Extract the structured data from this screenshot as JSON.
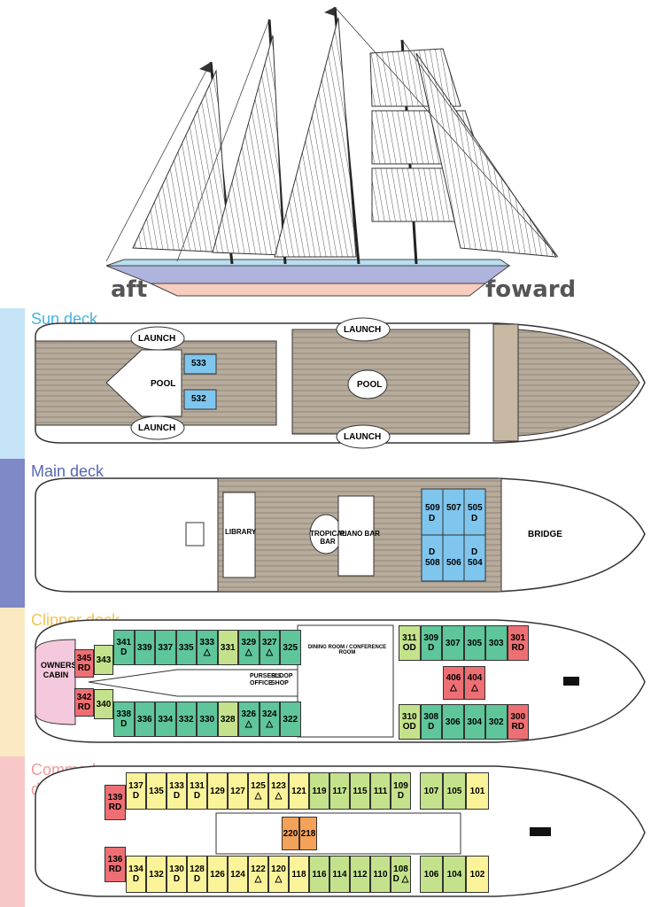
{
  "colors": {
    "sun": "#c5e3f6",
    "main": "#7f89c8",
    "clipper": "#fbe9c3",
    "commodore": "#f8c8c8",
    "deckWood": "#b7ab9c",
    "cabinGreen": "#5ec69a",
    "cabinLight": "#c4e28c",
    "cabinYellow": "#fbf39a",
    "cabinRed": "#ee6f73",
    "cabinPink": "#f5c9dd",
    "cabinBlue": "#7fc6ee",
    "cabinOrange": "#f4a259"
  },
  "ship": {
    "aft": "aft",
    "forward": "foward"
  },
  "decks": {
    "sun": {
      "name": "Sun deck",
      "launch": "LAUNCH",
      "pool": "POOL",
      "cabins": [
        {
          "num": "533",
          "code": "",
          "type": "blue"
        },
        {
          "num": "532",
          "code": "",
          "type": "blue"
        }
      ]
    },
    "main": {
      "name": "Main deck",
      "tropical_bar": "TROPICAL BAR",
      "piano_bar": "PIANO BAR",
      "library": "LIBRARY",
      "bridge": "BRIDGE",
      "cabins_top": [
        {
          "num": "509",
          "code": "D"
        },
        {
          "num": "507",
          "code": ""
        },
        {
          "num": "505",
          "code": "D"
        }
      ],
      "cabins_bottom": [
        {
          "num": "508",
          "code": "D"
        },
        {
          "num": "506",
          "code": ""
        },
        {
          "num": "504",
          "code": "D"
        }
      ]
    },
    "clipper": {
      "name": "Clipper deck",
      "owners_cabin": "OWNERS CABIN",
      "dining_room": "DINING ROOM / CONFERENCE ROOM",
      "pursers_office": "PURSER'S OFFICE",
      "sloop_shop": "SLOOP SHOP",
      "aft_cabins": [
        {
          "num": "345",
          "code": "RD",
          "type": "red"
        },
        {
          "num": "343",
          "code": "",
          "type": "light"
        },
        {
          "num": "342",
          "code": "RD",
          "type": "red"
        },
        {
          "num": "340",
          "code": "",
          "type": "light"
        }
      ],
      "cabins_top": [
        {
          "num": "341",
          "code": "D",
          "type": "green"
        },
        {
          "num": "339",
          "code": "",
          "type": "green"
        },
        {
          "num": "337",
          "code": "",
          "type": "green"
        },
        {
          "num": "335",
          "code": "",
          "type": "green"
        },
        {
          "num": "333",
          "code": "△",
          "type": "green"
        },
        {
          "num": "331",
          "code": "",
          "type": "light"
        },
        {
          "num": "329",
          "code": "△",
          "type": "green"
        },
        {
          "num": "327",
          "code": "△",
          "type": "green"
        },
        {
          "num": "325",
          "code": "",
          "type": "green"
        }
      ],
      "cabins_bottom": [
        {
          "num": "338",
          "code": "D",
          "type": "green"
        },
        {
          "num": "336",
          "code": "",
          "type": "green"
        },
        {
          "num": "334",
          "code": "",
          "type": "green"
        },
        {
          "num": "332",
          "code": "",
          "type": "green"
        },
        {
          "num": "330",
          "code": "",
          "type": "green"
        },
        {
          "num": "328",
          "code": "",
          "type": "light"
        },
        {
          "num": "326",
          "code": "△",
          "type": "green"
        },
        {
          "num": "324",
          "code": "△",
          "type": "green"
        },
        {
          "num": "322",
          "code": "",
          "type": "green"
        }
      ],
      "fwd_top": [
        {
          "num": "311",
          "code": "OD",
          "type": "light"
        },
        {
          "num": "309",
          "code": "D",
          "type": "green"
        },
        {
          "num": "307",
          "code": "",
          "type": "green"
        },
        {
          "num": "305",
          "code": "",
          "type": "green"
        },
        {
          "num": "303",
          "code": "",
          "type": "green"
        },
        {
          "num": "301",
          "code": "RD",
          "type": "red"
        }
      ],
      "fwd_bottom": [
        {
          "num": "310",
          "code": "OD",
          "type": "light"
        },
        {
          "num": "308",
          "code": "D",
          "type": "green"
        },
        {
          "num": "306",
          "code": "",
          "type": "green"
        },
        {
          "num": "304",
          "code": "",
          "type": "green"
        },
        {
          "num": "302",
          "code": "",
          "type": "green"
        },
        {
          "num": "300",
          "code": "RD",
          "type": "red"
        }
      ],
      "red_mid": [
        {
          "num": "406",
          "code": "△"
        },
        {
          "num": "404",
          "code": "△"
        }
      ]
    },
    "commodore": {
      "name": "Commodore deck",
      "aft_cabins": [
        {
          "num": "139",
          "code": "RD"
        },
        {
          "num": "136",
          "code": "RD"
        }
      ],
      "cabins_top": [
        {
          "num": "137",
          "code": "D",
          "type": "yellow"
        },
        {
          "num": "135",
          "code": "",
          "type": "yellow"
        },
        {
          "num": "133",
          "code": "D",
          "type": "yellow"
        },
        {
          "num": "131",
          "code": "D",
          "type": "yellow"
        },
        {
          "num": "129",
          "code": "",
          "type": "yellow"
        },
        {
          "num": "127",
          "code": "",
          "type": "yellow"
        },
        {
          "num": "125",
          "code": "△",
          "type": "yellow"
        },
        {
          "num": "123",
          "code": "△",
          "type": "yellow"
        },
        {
          "num": "121",
          "code": "",
          "type": "yellow"
        },
        {
          "num": "119",
          "code": "",
          "type": "light"
        },
        {
          "num": "117",
          "code": "",
          "type": "light"
        },
        {
          "num": "115",
          "code": "",
          "type": "light"
        },
        {
          "num": "111",
          "code": "",
          "type": "light"
        },
        {
          "num": "109",
          "code": "D",
          "type": "light"
        }
      ],
      "cabins_bottom": [
        {
          "num": "134",
          "code": "D",
          "type": "yellow"
        },
        {
          "num": "132",
          "code": "",
          "type": "yellow"
        },
        {
          "num": "130",
          "code": "D",
          "type": "yellow"
        },
        {
          "num": "128",
          "code": "D",
          "type": "yellow"
        },
        {
          "num": "126",
          "code": "",
          "type": "yellow"
        },
        {
          "num": "124",
          "code": "",
          "type": "yellow"
        },
        {
          "num": "122",
          "code": "△",
          "type": "yellow"
        },
        {
          "num": "120",
          "code": "△",
          "type": "yellow"
        },
        {
          "num": "118",
          "code": "",
          "type": "yellow"
        },
        {
          "num": "116",
          "code": "",
          "type": "light"
        },
        {
          "num": "114",
          "code": "",
          "type": "light"
        },
        {
          "num": "112",
          "code": "",
          "type": "light"
        },
        {
          "num": "110",
          "code": "",
          "type": "light"
        },
        {
          "num": "108",
          "code": "D △",
          "type": "light"
        }
      ],
      "fwd_top": [
        {
          "num": "107",
          "code": "",
          "type": "light"
        },
        {
          "num": "105",
          "code": "",
          "type": "light"
        },
        {
          "num": "101",
          "code": "",
          "type": "yellow"
        }
      ],
      "fwd_bottom": [
        {
          "num": "106",
          "code": "",
          "type": "light"
        },
        {
          "num": "104",
          "code": "",
          "type": "light"
        },
        {
          "num": "102",
          "code": "",
          "type": "yellow"
        }
      ],
      "orange": [
        {
          "num": "220",
          "code": ""
        },
        {
          "num": "218",
          "code": ""
        }
      ]
    }
  }
}
